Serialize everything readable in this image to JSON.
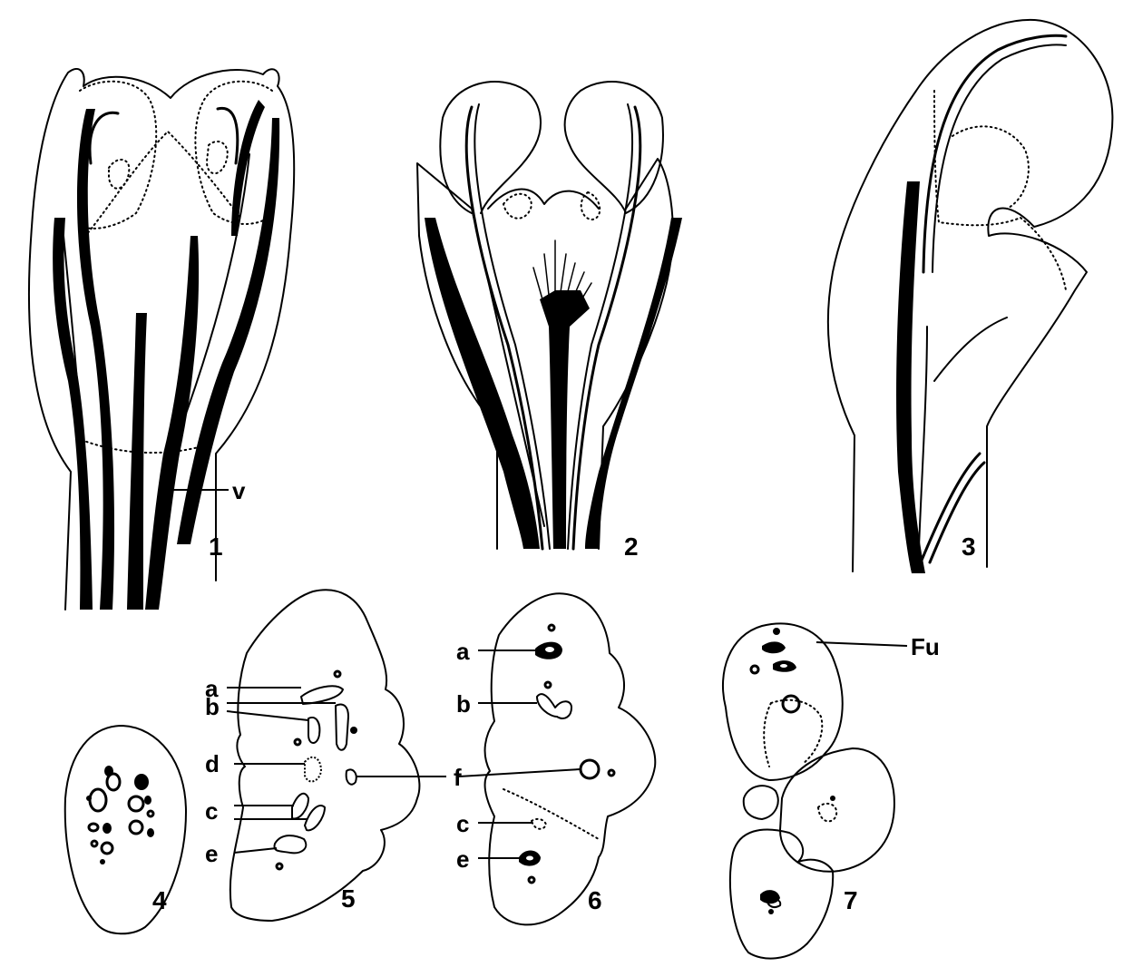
{
  "figure_numbers": [
    "1",
    "2",
    "3",
    "4",
    "5",
    "6",
    "7"
  ],
  "labels": {
    "fig1_v": "v",
    "fig5": [
      "a",
      "b",
      "d",
      "c",
      "e",
      "f"
    ],
    "fig6": [
      "a",
      "b",
      "c",
      "e"
    ],
    "fig7_fu": "Fu"
  },
  "colors": {
    "ink": "#000000",
    "paper": "#ffffff"
  }
}
